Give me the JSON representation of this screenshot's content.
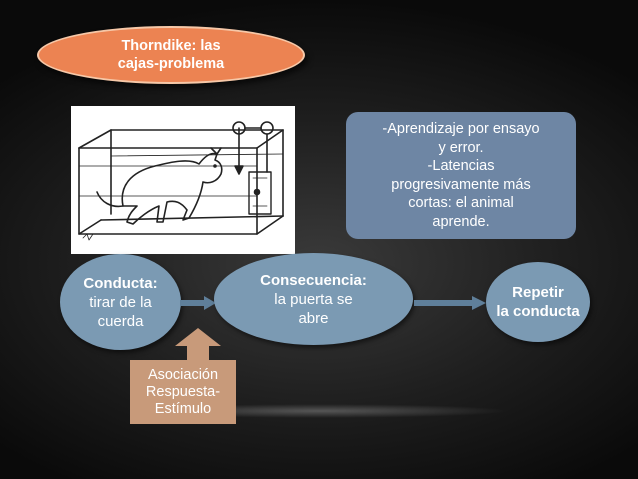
{
  "title": "Thorndike: las\ncajas-problema",
  "note": "-Aprendizaje por ensayo\ny error.\n-Latencias\nprogresivamente más\ncortas: el animal\naprende.",
  "flow": {
    "step1": {
      "bold": "Conducta:",
      "text": "tirar de la\ncuerda"
    },
    "step2": {
      "bold": "Consecuencia:",
      "text": "la puerta se\nabre"
    },
    "step3": {
      "bold": "Repetir\nla conducta"
    }
  },
  "association": "Asociación\nRespuesta-\nEstímulo",
  "image": {
    "icon": "cat-puzzle-box-illustration"
  },
  "colors": {
    "title_oval": "#ec8352",
    "note_box": "#6e86a4",
    "flow_oval": "#7b9ab3",
    "arrow": "#5f7f9a",
    "association": "#c89a7a"
  }
}
